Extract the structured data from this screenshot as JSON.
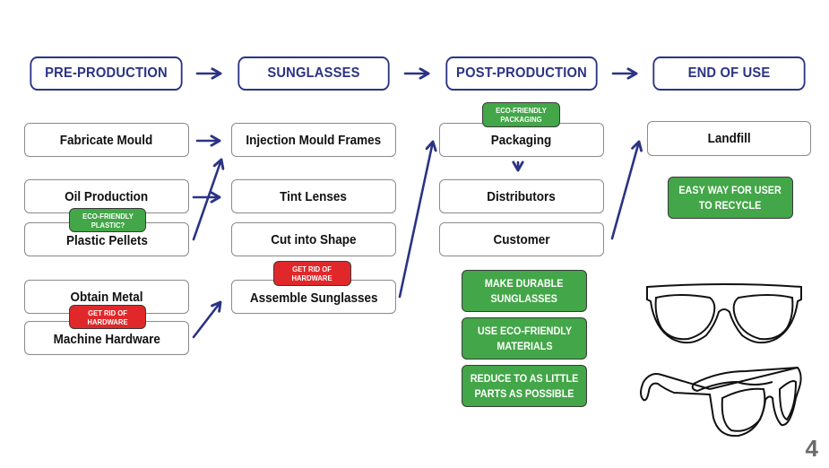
{
  "stages": [
    {
      "id": "pre-production",
      "label": "PRE-PRODUCTION"
    },
    {
      "id": "sunglasses",
      "label": "SUNGLASSES"
    },
    {
      "id": "post-production",
      "label": "POST-PRODUCTION"
    },
    {
      "id": "end-of-use",
      "label": "END OF USE"
    }
  ],
  "pre_production": {
    "steps": [
      "Fabricate Mould",
      "Oil Production",
      "Plastic Pellets",
      "Obtain Metal",
      "Machine Hardware"
    ]
  },
  "sunglasses": {
    "steps": [
      "Injection Mould Frames",
      "Tint Lenses",
      "Cut into Shape",
      "Assemble Sunglasses"
    ]
  },
  "post_production": {
    "steps": [
      "Packaging",
      "Distributors",
      "Customer"
    ]
  },
  "end_of_use": {
    "steps": [
      "Landfill"
    ]
  },
  "tags": {
    "eco_plastic": "ECO-FRIENDLY\nPLASTIC?",
    "rid_hardware_pre": "GET RID OF\nHARDWARE",
    "rid_hardware_assemble": "GET RID OF\nHARDWARE",
    "eco_packaging": "ECO-FRIENDLY\nPACKAGING"
  },
  "recommendations": {
    "post_production": [
      "MAKE DURABLE\nSUNGLASSES",
      "USE ECO-FRIENDLY\nMATERIALS",
      "REDUCE TO AS LITTLE\nPARTS AS POSSIBLE"
    ],
    "end_of_use": [
      "EASY WAY FOR USER\nTO RECYCLE"
    ]
  },
  "illustrations": [
    "sunglasses-front-icon",
    "sunglasses-side-icon"
  ],
  "page_number": "4",
  "colors": {
    "navy": "#2b3384",
    "green": "#43a648",
    "red": "#e0282a",
    "page_number": "#6b6b6b"
  }
}
